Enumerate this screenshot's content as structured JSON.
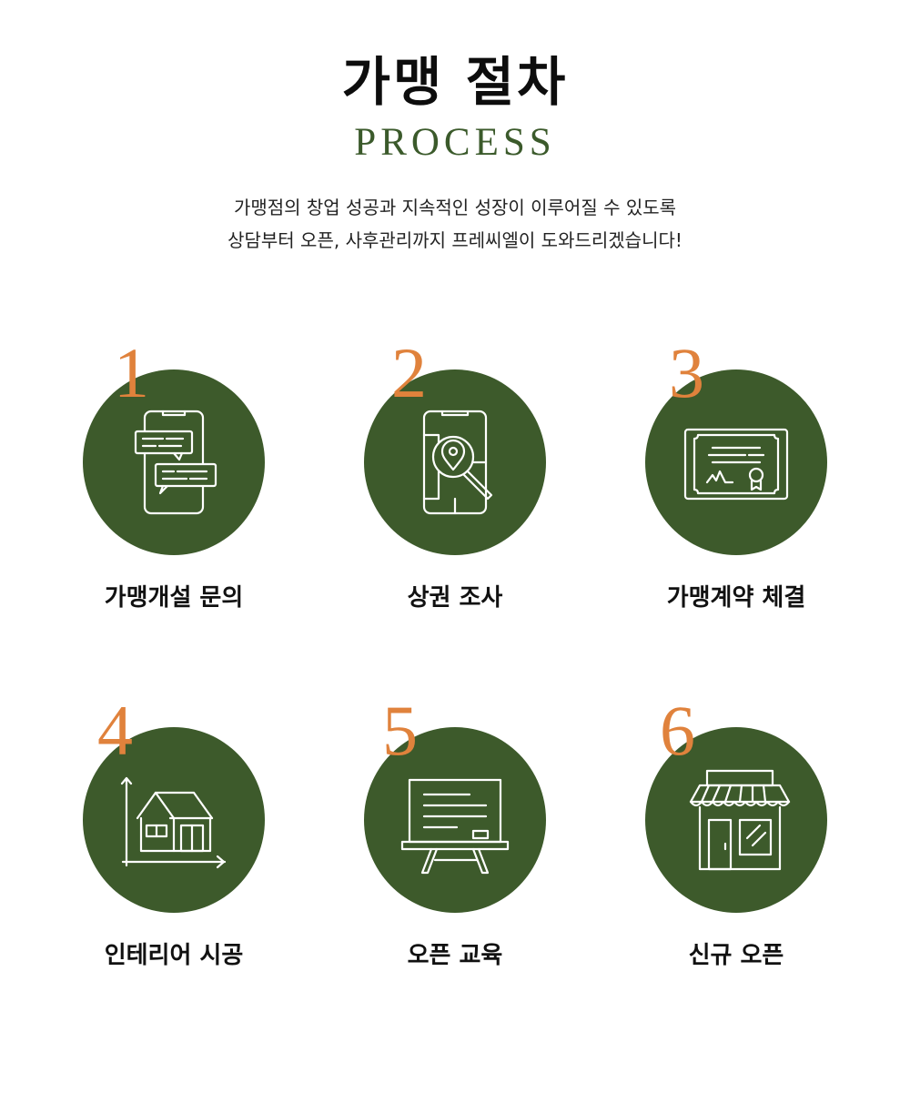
{
  "header": {
    "title": "가맹 절차",
    "subtitle": "PROCESS",
    "description_lines": [
      "가맹점의 창업 성공과 지속적인 성장이 이루어질 수 있도록",
      "상담부터 오픈, 사후관리까지 프레씨엘이 도와드리겠습니다!"
    ]
  },
  "colors": {
    "accent_green": "#3d5a2b",
    "number_orange": "#e0823c"
  },
  "steps": [
    {
      "number": "1",
      "label": "가맹개설 문의",
      "icon": "chat-phone-icon"
    },
    {
      "number": "2",
      "label": "상권 조사",
      "icon": "map-search-icon"
    },
    {
      "number": "3",
      "label": "가맹계약 체결",
      "icon": "certificate-icon"
    },
    {
      "number": "4",
      "label": "인테리어 시공",
      "icon": "house-plan-icon"
    },
    {
      "number": "5",
      "label": "오픈 교육",
      "icon": "whiteboard-icon"
    },
    {
      "number": "6",
      "label": "신규 오픈",
      "icon": "storefront-icon"
    }
  ]
}
